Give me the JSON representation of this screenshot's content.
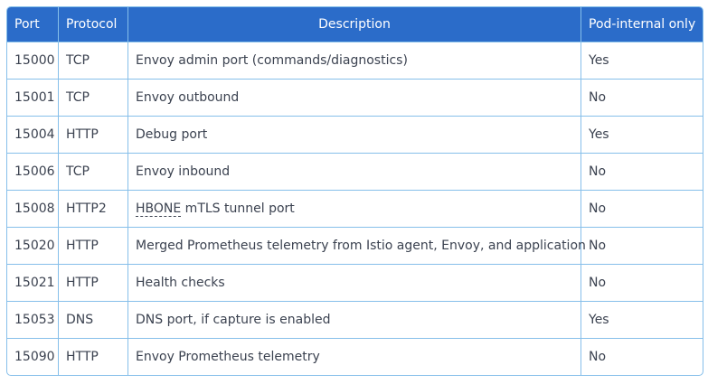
{
  "table": {
    "headers": [
      "Port",
      "Protocol",
      "Description",
      "Pod-internal only"
    ],
    "rows": [
      {
        "port": "15000",
        "protocol": "TCP",
        "description": "Envoy admin port (commands/diagnostics)",
        "pod_internal": "Yes"
      },
      {
        "port": "15001",
        "protocol": "TCP",
        "description": "Envoy outbound",
        "pod_internal": "No"
      },
      {
        "port": "15004",
        "protocol": "HTTP",
        "description": "Debug port",
        "pod_internal": "Yes"
      },
      {
        "port": "15006",
        "protocol": "TCP",
        "description": "Envoy inbound",
        "pod_internal": "No"
      },
      {
        "port": "15008",
        "protocol": "HTTP2",
        "description_abbr": "HBONE",
        "description": " mTLS tunnel port",
        "pod_internal": "No"
      },
      {
        "port": "15020",
        "protocol": "HTTP",
        "description": "Merged Prometheus telemetry from Istio agent, Envoy, and application",
        "pod_internal": "No"
      },
      {
        "port": "15021",
        "protocol": "HTTP",
        "description": "Health checks",
        "pod_internal": "No"
      },
      {
        "port": "15053",
        "protocol": "DNS",
        "description": "DNS port, if capture is enabled",
        "pod_internal": "Yes"
      },
      {
        "port": "15090",
        "protocol": "HTTP",
        "description": "Envoy Prometheus telemetry",
        "pod_internal": "No"
      }
    ]
  },
  "colors": {
    "header_bg": "#2b6cc9",
    "border": "#86bfea",
    "text": "#3b4250"
  }
}
